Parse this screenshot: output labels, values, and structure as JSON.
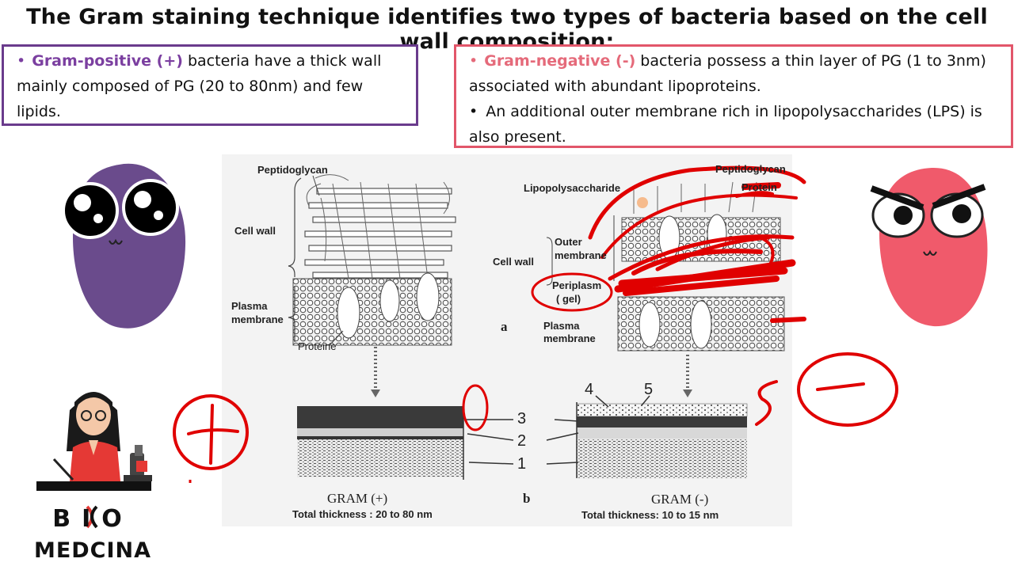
{
  "title": "The Gram staining technique identifies two types of bacteria based on the cell wall composition:",
  "gram_positive_box": {
    "term": "Gram-positive (+)",
    "text": " bacteria have a thick wall mainly composed of PG (20 to 80nm) and few lipids."
  },
  "gram_negative_box": {
    "term": "Gram-negative (-)",
    "text": " bacteria possess a thin layer of PG (1 to 3nm) associated with abundant lipoproteins.",
    "bullet2": "An additional outer membrane rich in lipopolysaccharides (LPS) is also present."
  },
  "diagram_labels": {
    "peptidoglycan_left": "Peptidoglycan",
    "cell_wall_left": "Cell wall",
    "plasma_membrane_left_1": "Plasma",
    "plasma_membrane_left_2": "membrane",
    "proteine": "Protéine",
    "peptidoglycan_right": "Peptidoglycan",
    "lipopolysaccharide": "Lipopolysaccharide",
    "protein": "Protein",
    "outer_membrane_1": "Outer",
    "outer_membrane_2": "membrane",
    "cell_wall_right": "Cell wall",
    "periplasm_1": "Periplasm",
    "periplasm_2": "( gel)",
    "plasma_membrane_right_1": "Plasma",
    "plasma_membrane_right_2": "membrane",
    "panel_a": "a",
    "panel_b": "b",
    "num_1": "1",
    "num_2": "2",
    "num_3": "3",
    "num_4": "4",
    "num_5": "5"
  },
  "gram_pos_caption": "GRAM (+)",
  "gram_pos_thickness": "Total thickness : 20 to 80 nm",
  "gram_neg_caption": "GRAM (-)",
  "gram_neg_thickness": "Total thickness: 10 to 15 nm",
  "logo": {
    "line1": "BIO",
    "line2": "MEDCINA"
  },
  "colors": {
    "purple": "#6a3b8c",
    "pink": "#e2566a",
    "annotation_red": "#e00000"
  }
}
